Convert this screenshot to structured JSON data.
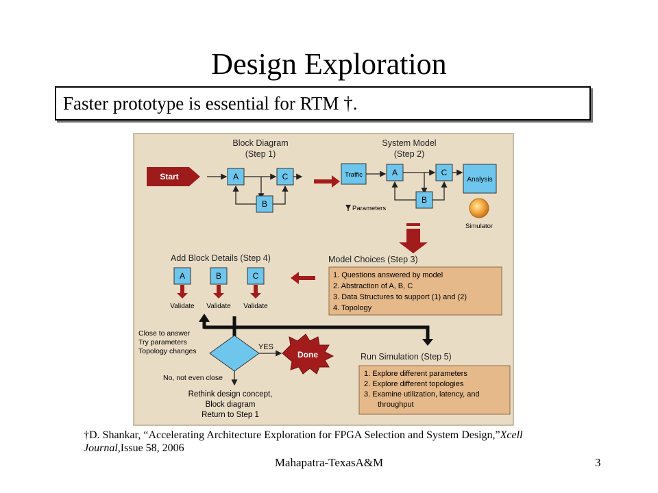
{
  "slide": {
    "title": "Design Exploration",
    "subtitle": "Faster prototype is essential for RTM †.",
    "citation": {
      "prefix": "†D. Shankar, “Accelerating Architecture Exploration for FPGA Selection and System Design,”",
      "journal": "Xcell Journal,",
      "suffix": "Issue 58, 2006"
    },
    "footer": "Mahapatra-TexasA&M",
    "page_number": "3"
  },
  "diagram": {
    "colors": {
      "background": "#e9dcc5",
      "block": "#6ec6ec",
      "arrow": "#a31c1c",
      "start": "#9e1b1b",
      "panel": "#e5b98a"
    },
    "step1": {
      "title_line1": "Block Diagram",
      "title_line2": "(Step 1)",
      "start": "Start",
      "a": "A",
      "b": "B",
      "c": "C"
    },
    "step2": {
      "title_line1": "System Model",
      "title_line2": "(Step 2)",
      "traffic": "Traffic",
      "a": "A",
      "b": "B",
      "c": "C",
      "analysis": "Analysis",
      "parameters": "Parameters",
      "simulator": "Simulator"
    },
    "step3": {
      "title": "Model Choices (Step 3)",
      "items": [
        "1.   Questions answered by model",
        "2.   Abstraction of A, B, C",
        "3.   Data Structures to support (1) and (2)",
        "4.   Topology"
      ]
    },
    "step4": {
      "title": "Add Block Details (Step 4)",
      "a": "A",
      "b": "B",
      "c": "C",
      "validate": "Validate"
    },
    "decision": {
      "feedback_line1": "Close to answer",
      "feedback_line2": "Try parameters",
      "feedback_line3": "Topology changes",
      "yes": "YES",
      "done": "Done",
      "no": "No, not even close",
      "rethink_line1": "Rethink design concept,",
      "rethink_line2": "Block diagram",
      "rethink_line3": "Return to Step 1"
    },
    "step5": {
      "title": "Run Simulation (Step 5)",
      "items": [
        "1.   Explore different parameters",
        "2.   Explore different topologies",
        "3.   Examine utilization, latency, and"
      ],
      "item3_cont": "throughput"
    }
  }
}
